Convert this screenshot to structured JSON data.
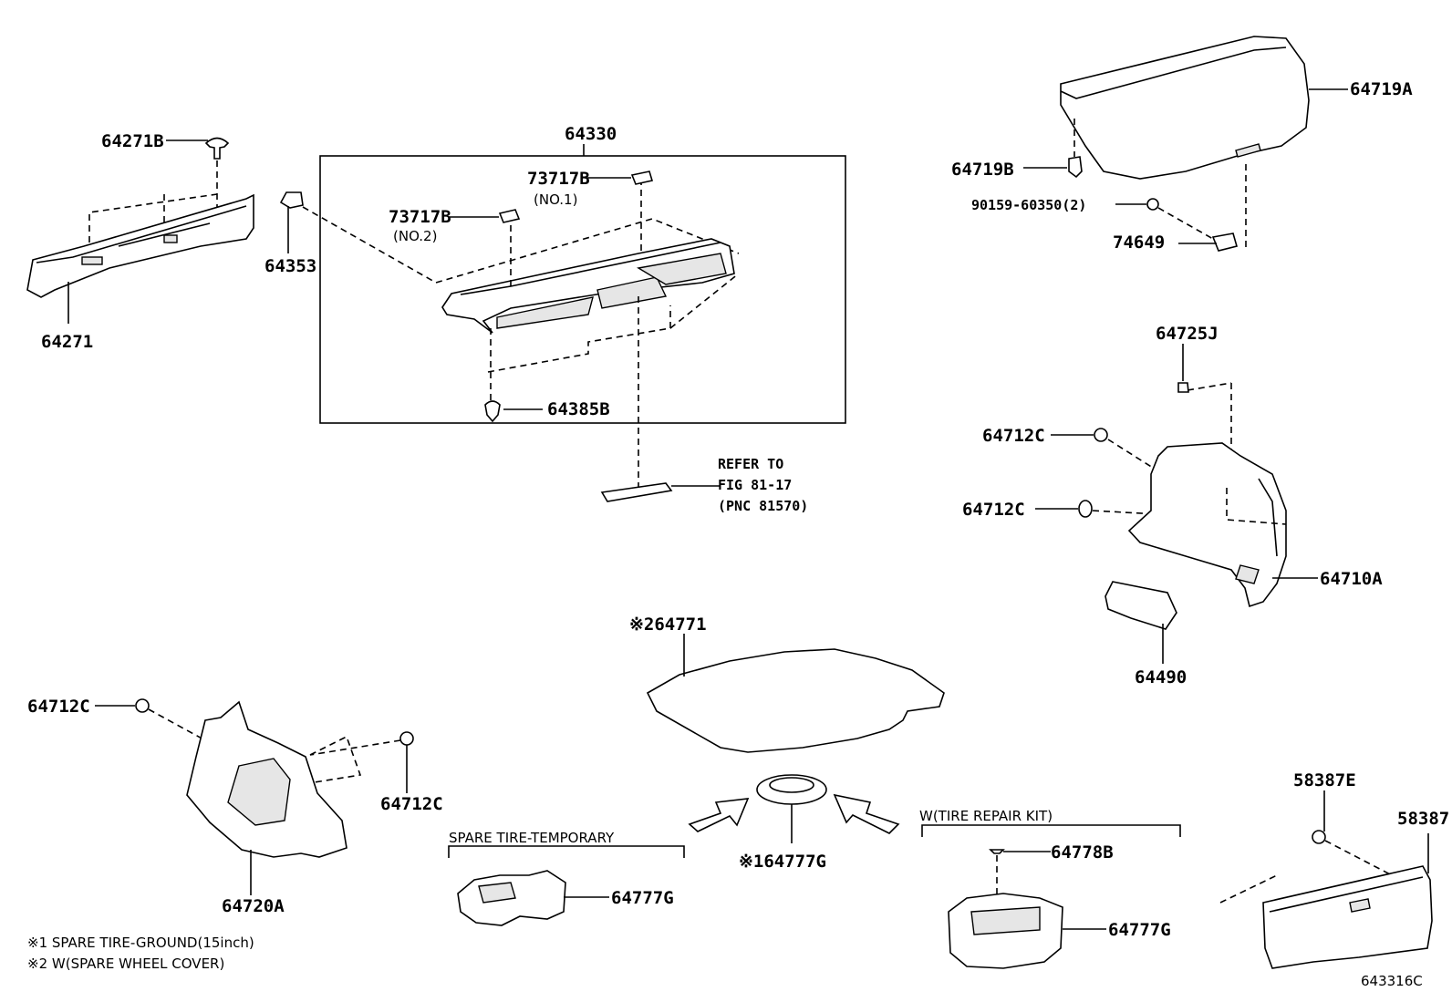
{
  "labels": {
    "p64271B": "64271B",
    "p64271": "64271",
    "p64353": "64353",
    "p64330": "64330",
    "p73717B_1": "73717B",
    "no1": "(NO.1)",
    "p73717B_2": "73717B",
    "no2": "(NO.2)",
    "p64385B": "64385B",
    "refer1": "REFER TO",
    "refer2": "FIG 81-17",
    "refer3": "(PNC 81570)",
    "p64719A": "64719A",
    "p64719B": "64719B",
    "p90159": "90159-60350(2)",
    "p74649": "74649",
    "p64725J": "64725J",
    "p64712C_r1": "64712C",
    "p64712C_r2": "64712C",
    "p64710A": "64710A",
    "p64490": "64490",
    "p64771": "※264771",
    "p64712C_l1": "64712C",
    "p64712C_l2": "64712C",
    "p64720A": "64720A",
    "spare_temp": "SPARE TIRE-TEMPORARY",
    "p64777G_c": "※164777G",
    "p64777G_l": "64777G",
    "tire_repair": "W(TIRE REPAIR KIT)",
    "p64778B": "64778B",
    "p64777G_r": "64777G",
    "p58387E": "58387E",
    "p58387": "58387",
    "note1": "※1 SPARE TIRE-GROUND(15inch)",
    "note2": "※2 W(SPARE WHEEL COVER)",
    "fig_id": "643316C"
  }
}
